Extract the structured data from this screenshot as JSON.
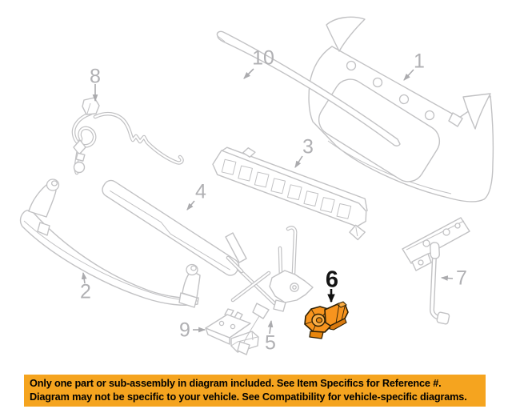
{
  "diagram": {
    "callouts": [
      {
        "ref": "1",
        "highlighted": false
      },
      {
        "ref": "2",
        "highlighted": false
      },
      {
        "ref": "3",
        "highlighted": false
      },
      {
        "ref": "4",
        "highlighted": false
      },
      {
        "ref": "5",
        "highlighted": false
      },
      {
        "ref": "6",
        "highlighted": true
      },
      {
        "ref": "7",
        "highlighted": false
      },
      {
        "ref": "8",
        "highlighted": false
      },
      {
        "ref": "9",
        "highlighted": false
      },
      {
        "ref": "10",
        "highlighted": false
      }
    ]
  },
  "banner": {
    "line1": "Only one part or sub-assembly in diagram included. See Item Specifics for Reference #.",
    "line2": "Diagram may not be specific to your vehicle. See Compatibility for vehicle-specific diagrams."
  },
  "colors": {
    "highlight_orange": "#F7941E",
    "banner_orange": "#F5A41F",
    "line_art_gray": "#C2C2C4",
    "label_gray": "#B0B0B3"
  }
}
